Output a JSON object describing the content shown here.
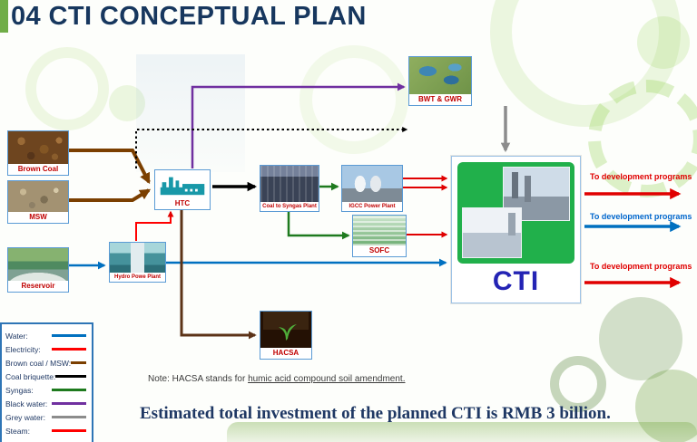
{
  "slide": {
    "title": "04 CTI CONCEPTUAL PLAN",
    "note_prefix": "Note: HACSA stands for ",
    "note_underlined": "humic acid compound soil amendment.",
    "investment_statement": "Estimated total investment of the planned CTI  is RMB 3 billion."
  },
  "nodes": {
    "brown_coal": "Brown Coal",
    "msw": "MSW",
    "reservoir": "Reservoir",
    "htc": "HTC",
    "coal_to_syngas": "Coal to Syngas Plant",
    "igcc": "IGCC Power Plant",
    "sofc": "SOFC",
    "bwt_gwr": "BWT & GWR",
    "hydro": "Hydro Powe Plant",
    "hacsa": "HACSA",
    "cti": "CTI"
  },
  "outputs": [
    {
      "label": "To development  programs",
      "color": "#e00000"
    },
    {
      "label": "To development  programs",
      "color": "#0066cc"
    },
    {
      "label": "To development  programs",
      "color": "#e00000"
    }
  ],
  "legend": {
    "items": [
      {
        "label": "Water:",
        "color": "#0070c0"
      },
      {
        "label": "Electricity:",
        "color": "#ff0000"
      },
      {
        "label": "Brown coal / MSW:",
        "color": "#7b3f00"
      },
      {
        "label": "Coal briquette:",
        "color": "#000000"
      },
      {
        "label": "Syngas:",
        "color": "#1e7a1e"
      },
      {
        "label": "Black water:",
        "color": "#7030a0"
      },
      {
        "label": "Grey water:",
        "color": "#8c8c8c"
      },
      {
        "label": "Steam:",
        "color": "#ff0000"
      }
    ]
  },
  "colors": {
    "title": "#17375e",
    "node_label": "#c00000",
    "cti_label": "#2323b4",
    "accent_green": "#21b04b"
  }
}
